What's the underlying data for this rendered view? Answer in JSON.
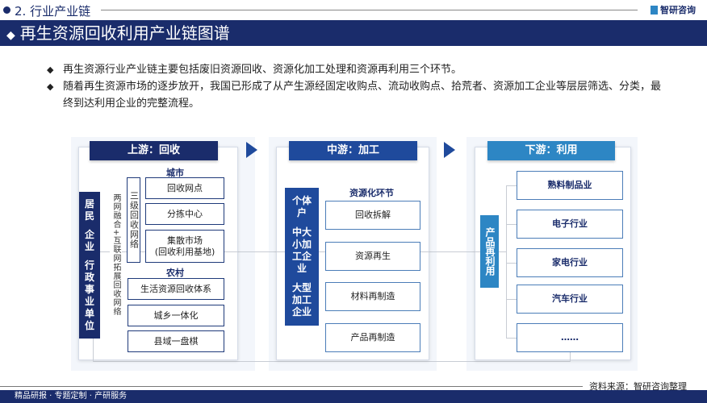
{
  "header": {
    "section": "2. 行业产业链",
    "logo": "智研咨询",
    "title": "再生资源回收利用产业链图谱"
  },
  "bullets": [
    "再生资源行业产业链主要包括废旧资源回收、资源化加工处理和资源再利用三个环节。",
    "随着再生资源市场的逐步放开，我国已形成了从产生源经固定收购点、流动收购点、拾荒者、资源加工企业等层层筛选、分类，最终到达利用企业的完整流程。"
  ],
  "upstream": {
    "title": "上游：回收",
    "sources": [
      "居民",
      "企业",
      "行政事业单位"
    ],
    "network_label": "两网融合+互联网拓展回收网络",
    "three_level": "三级回收网络",
    "city_label": "城市",
    "city_items": [
      "回收网点",
      "分拣中心",
      "集散市场\n(回收利用基地)"
    ],
    "rural_label": "农村",
    "rural_items": [
      "生活资源回收体系",
      "城乡一体化",
      "县域一盘棋"
    ]
  },
  "midstream": {
    "title": "中游：加工",
    "actors": [
      "个体户",
      "中大小加工企业",
      "大型加工企业"
    ],
    "stage_label": "资源化环节",
    "items": [
      "回收拆解",
      "资源再生",
      "材料再制造",
      "产品再制造"
    ]
  },
  "downstream": {
    "title": "下游：利用",
    "block": "产品再利用",
    "items": [
      "熟料制品业",
      "电子行业",
      "家电行业",
      "汽车行业",
      "……"
    ]
  },
  "footer": {
    "source": "资料来源：智研咨询整理",
    "tagline": "精品研报 · 专题定制 · 产研服务"
  },
  "colors": {
    "navy": "#1a2c6b",
    "blue": "#1f4a9c",
    "light_blue": "#2d86c4"
  }
}
